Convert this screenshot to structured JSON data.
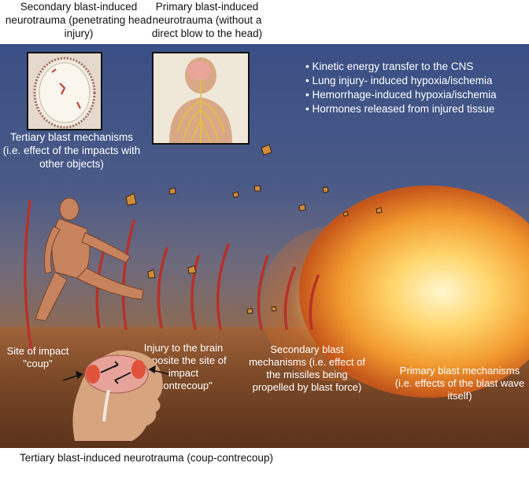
{
  "labels": {
    "secondary_neurotrauma": "Secondary blast-induced neurotrauma (penetrating head injury)",
    "primary_neurotrauma": "Primary blast-induced neurotrauma (without a direct blow to the head)",
    "tertiary_mechanisms": "Tertiary blast mechanisms (i.e. effect of the impacts with other objects)",
    "site_of_impact": "Site of impact \"coup\"",
    "injury_opposite": "Injury to the brain opposite the site of impact \"contrecoup\"",
    "secondary_mechanisms": "Secondary blast mechanisms (i.e. effect of the missiles being propelled by blast force)",
    "primary_mechanisms": "Primary blast mechanisms (i.e. effects of the blast wave itself)",
    "tertiary_neurotrauma": "Tertiary blast-induced neurotrauma (coup-contrecoup)"
  },
  "bullets": [
    "Kinetic energy transfer to the CNS",
    "Lung injury- induced hypoxia/ischemia",
    "Hemorrhage-induced hypoxia/ischemia",
    "Hormones released from injured tissue"
  ],
  "icons": [
    "skull-icon",
    "nervous-system-icon",
    "person-icon",
    "head-profile-icon",
    "brain-icon",
    "blast-wave-icon",
    "explosion-icon",
    "debris-icon"
  ],
  "colors": {
    "blast_wave": "#b5322a",
    "sky": "#3a4f86",
    "ground": "#7c4a28",
    "explosion": "#f29a2e"
  }
}
